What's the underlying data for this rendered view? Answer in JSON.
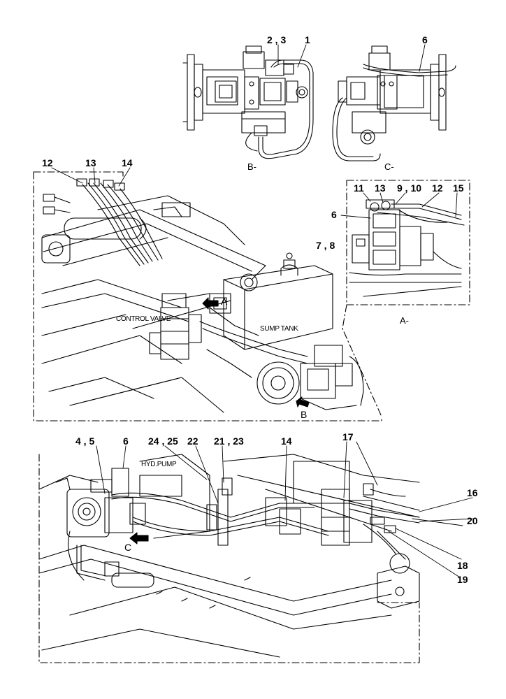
{
  "views": {
    "b": "B-",
    "c": "C-",
    "a": "A-"
  },
  "arrows": {
    "a": "A",
    "b": "B",
    "c": "C"
  },
  "callouts": {
    "v_b_23": "2 , 3",
    "v_b_1": "1",
    "v_c_6": "6",
    "main_12": "12",
    "main_13": "13",
    "main_14": "14",
    "a_11": "11",
    "a_13": "13",
    "a_910": "9 , 10",
    "a_12": "12",
    "a_15": "15",
    "a_6": "6",
    "a_78": "7 , 8",
    "low_45": "4 , 5",
    "low_6": "6",
    "low_2425": "24 , 25",
    "low_22": "22",
    "low_2123": "21 , 23",
    "low_14": "14",
    "low_17": "17",
    "low_16": "16",
    "low_20": "20",
    "low_18": "18",
    "low_19": "19"
  },
  "texts": {
    "control_valve": "CONTROL VALVE",
    "sump_tank": "SUMP TANK",
    "hyd_pump": "HYD.PUMP"
  }
}
